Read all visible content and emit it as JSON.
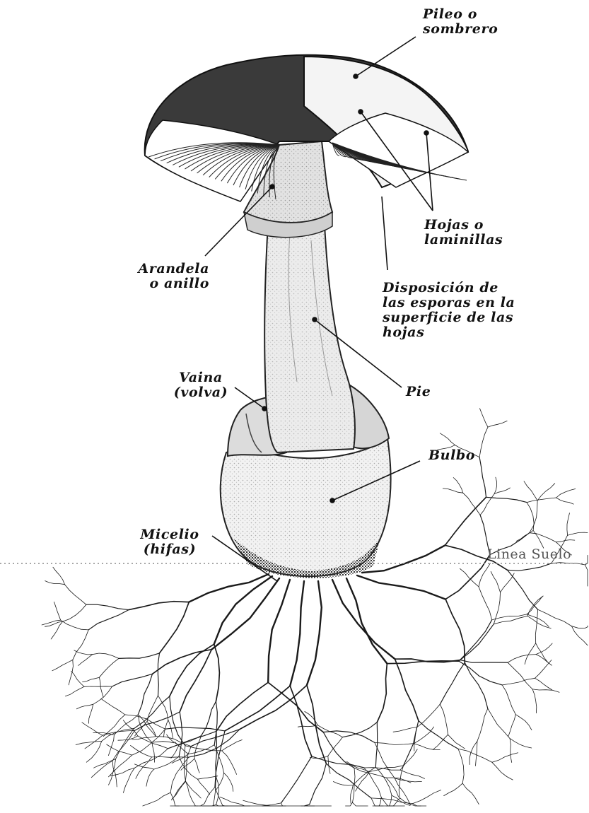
{
  "labels": {
    "pileo": [
      "Pileo o",
      "sombrero"
    ],
    "hojas": [
      "Hojas o",
      "laminillas"
    ],
    "arandela": [
      "Arandela",
      "o anillo"
    ],
    "disposicion": [
      "Disposición de",
      "las esporas en la",
      "superficie de las",
      "hojas"
    ],
    "pie": "Pie",
    "vaina": [
      "Vaina",
      "(volva)"
    ],
    "bulbo": "Bulbo",
    "micelio": [
      "Micelio",
      "(hifas)"
    ],
    "linea_suelo": "Linea Suelo"
  },
  "colors": {
    "ink": "#111111",
    "ground_label": "#555555",
    "ground_line": "#8a8a8a",
    "cap_dark": "#3a3a3a",
    "cap_light": "#f4f4f4",
    "stipe": "#e6e6e6",
    "hyphae": "#1a1a1a"
  }
}
